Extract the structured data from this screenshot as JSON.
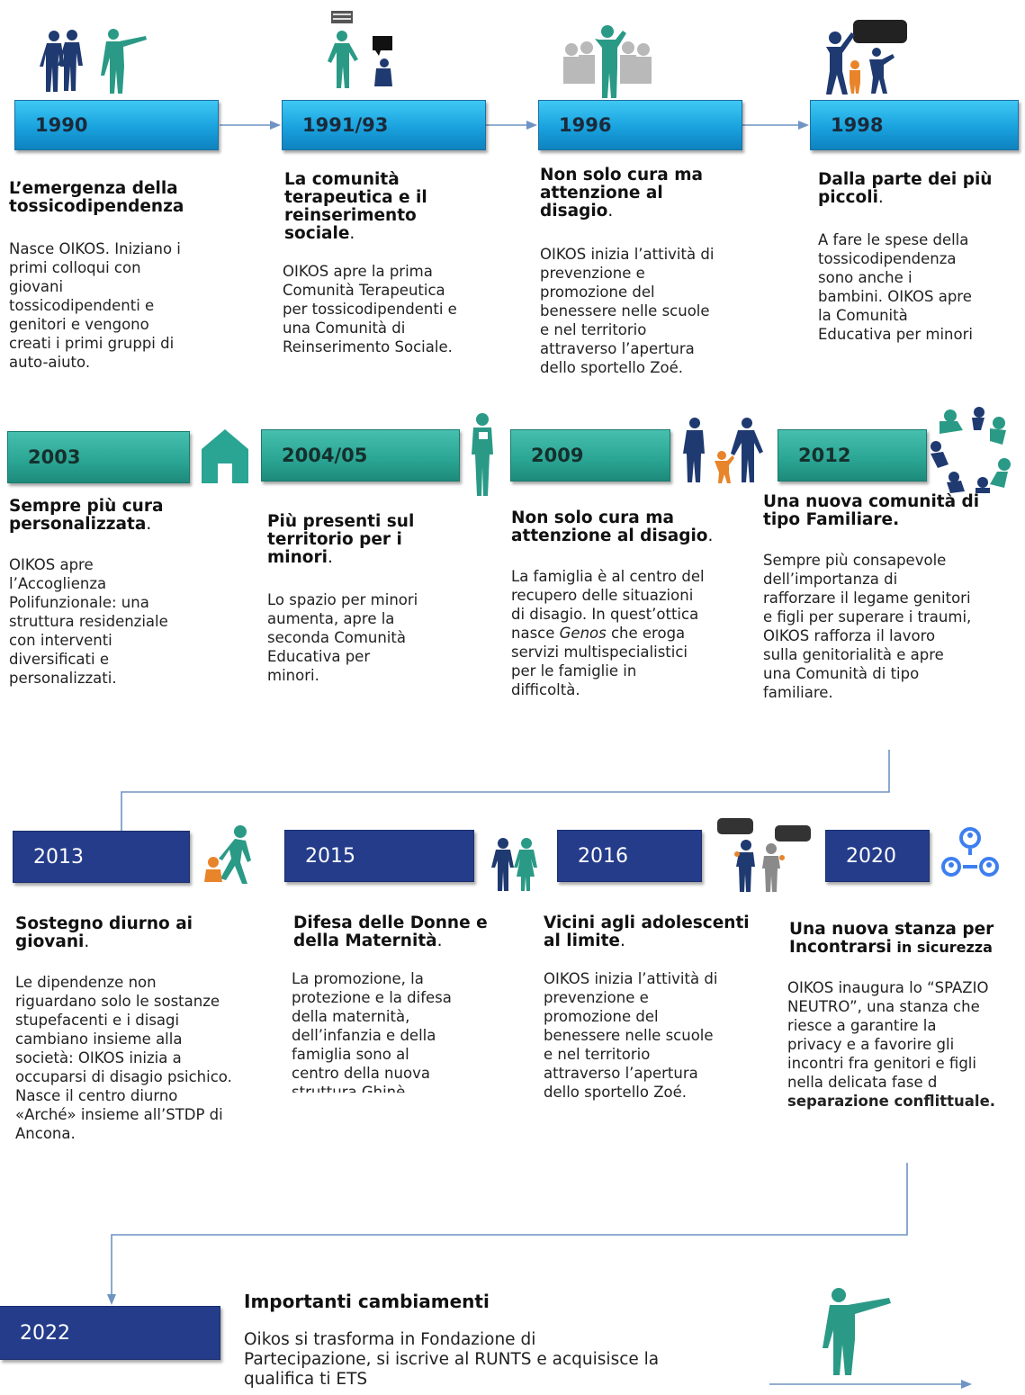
{
  "row1": [
    {
      "year": "1990",
      "title": "L’emergenza della tossicodipendenza",
      "title_tail": "",
      "body": "Nasce OIKOS. Iniziano i\nprimi colloqui con\ngiovani\ntossicodipendenti e\ngenitori e vengono\ncreati i primi gruppi di\nauto-aiuto."
    },
    {
      "year": "1991/93",
      "title": "La comunità terapeutica e il reinserimento sociale",
      "title_tail": ".",
      "body": " OIKOS apre la prima\nComunità Terapeutica\nper tossicodipendenti e\nuna Comunità di\nReinserimento Sociale."
    },
    {
      "year": "1996",
      "title": "Non solo cura ma attenzione al disagio",
      "title_tail": ".",
      "body": " OIKOS inizia l’attività di\nprevenzione e\npromozione del\nbenessere nelle scuole\ne nel territorio\nattraverso l’apertura\ndello sportello Zoé."
    },
    {
      "year": "1998",
      "title": "Dalla parte dei più piccoli",
      "title_tail": ".",
      "body": "A fare le spese della\ntossicodipendenza\nsono anche i\nbambini. OIKOS apre\nla Comunità\nEducativa per minori"
    }
  ],
  "row2": [
    {
      "year": "2003",
      "title": "Sempre più cura personalizzata",
      "title_tail": ".",
      "body": "OIKOS apre\nl’Accoglienza\nPolifunzionale: una\nstruttura residenziale\ncon interventi\ndiversificati e\npersonalizzati."
    },
    {
      "year": "2004/05",
      "title": "Più presenti sul territorio per i minori",
      "title_tail": ".",
      "body": "Lo spazio per minori\naumenta, apre la\nseconda Comunità\nEducativa per\nminori."
    },
    {
      "year": "2009",
      "title": "Non solo cura ma attenzione al disagio",
      "title_tail": ".",
      "body_pre": "La famiglia è al centro del\nrecupero delle situazioni\ndi disagio. In quest’ottica\nnasce ",
      "body_em": "Genos",
      "body_post": " che eroga\nservizi multispecialistici\nper le famiglie in\ndifficoltà."
    },
    {
      "year": "2012",
      "title": "Una nuova comunità di tipo Familiare.",
      "title_tail": "",
      "body": " Sempre più consapevole\ndell’importanza di\nrafforzare il legame genitori\ne figli per superare i traumi,\nOIKOS rafforza il lavoro\nsulla genitorialità e apre\nuna Comunità di tipo\nfamiliare."
    }
  ],
  "row3": [
    {
      "year": "2013",
      "title": "Sostegno diurno ai giovani",
      "title_tail": ".",
      "body": " Le dipendenze non\nriguardano solo le sostanze\nstupefacenti e i disagi\ncambiano insieme alla\nsocietà: OIKOS inizia a\noccuparsi di disagio psichico.\nNasce il centro diurno\n«Arché» insieme all’STDP di\nAncona."
    },
    {
      "year": "2015",
      "title": "Difesa delle Donne e della Maternità",
      "title_tail": ".",
      "body": " La promozione, la\nprotezione e la difesa\ndella maternità,\ndell’infanzia e della\nfamiglia sono al\ncentro della nuova\nstruttura Ghinè."
    },
    {
      "year": "2016",
      "title": "Vicini agli adolescenti al limite",
      "title_tail": ".",
      "body": " OIKOS inizia l’attività di\nprevenzione e\npromozione del\nbenessere nelle scuole\ne nel territorio\nattraverso l’apertura\ndello sportello Zoé."
    },
    {
      "year": "2020",
      "title": "Una nuova stanza per Incontrarsi",
      "title_small": " in sicurezza",
      "body": "OIKOS inaugura lo “SPAZIO\nNEUTRO”, una stanza che\nriesce a garantire la\nprivacy e a favorire gli\nincontri fra genitori e figli\nnella delicata fase d",
      "body_bold": "separazione conflittuale."
    }
  ],
  "final": {
    "year": "2022",
    "title": "Importanti cambiamenti",
    "body": "Oikos si trasforma in Fondazione di\nPartecipazione, si iscrive al RUNTS e acquisisce la\nqualifica ti ETS"
  },
  "colors": {
    "blue": "#19a2de",
    "teal": "#2aa493",
    "navy": "#243c8a",
    "figure_teal": "#2a9a86",
    "figure_navy": "#1f3a70",
    "figure_orange": "#e8842a",
    "connector": "#6f93c4"
  }
}
